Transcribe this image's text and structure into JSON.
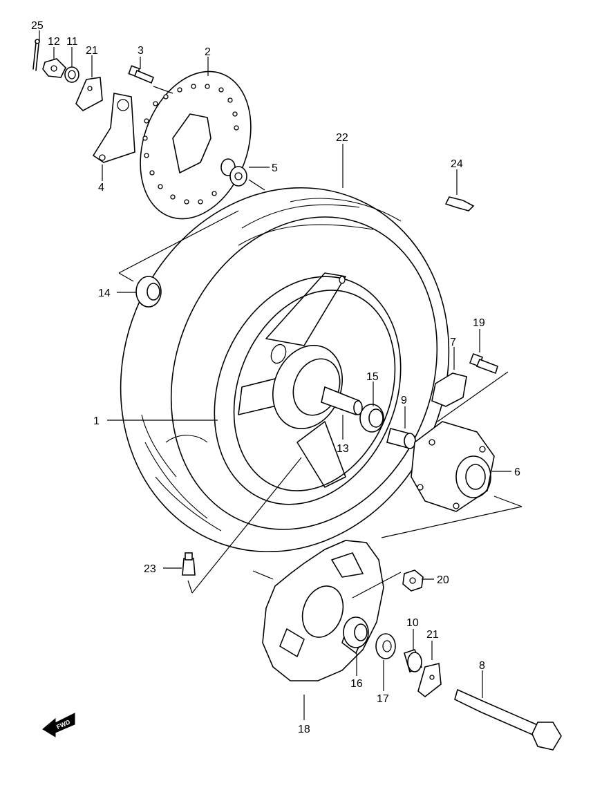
{
  "callouts": {
    "c1": "1",
    "c2": "2",
    "c3": "3",
    "c4": "4",
    "c5": "5",
    "c6": "6",
    "c7": "7",
    "c8": "8",
    "c9": "9",
    "c10": "10",
    "c11": "11",
    "c12": "12",
    "c13": "13",
    "c14": "14",
    "c15": "15",
    "c16": "16",
    "c17": "17",
    "c18": "18",
    "c19": "19",
    "c20": "20",
    "c21a": "21",
    "c21b": "21",
    "c22": "22",
    "c23": "23",
    "c24": "24",
    "c25": "25"
  },
  "fwd_label": "FWD"
}
